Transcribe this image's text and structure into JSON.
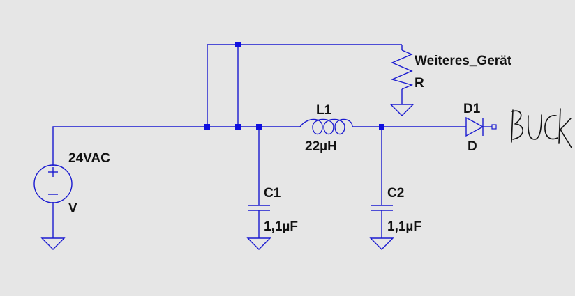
{
  "schematic": {
    "labels": {
      "source_value": "24VAC",
      "source_name": "V",
      "resistor_value": "Weiteres_Gerät",
      "resistor_name": "R",
      "inductor_name": "L1",
      "inductor_value": "22µH",
      "cap1_name": "C1",
      "cap1_value": "1,1µF",
      "cap2_name": "C2",
      "cap2_value": "1,1µF",
      "diode_name": "D1",
      "diode_model": "D"
    },
    "annotation": {
      "handwritten_text": "BUCK"
    },
    "colors": {
      "background": "#e6e6e6",
      "wire": "#1a1ad0",
      "junction": "#1010e0",
      "text": "#111111"
    }
  }
}
